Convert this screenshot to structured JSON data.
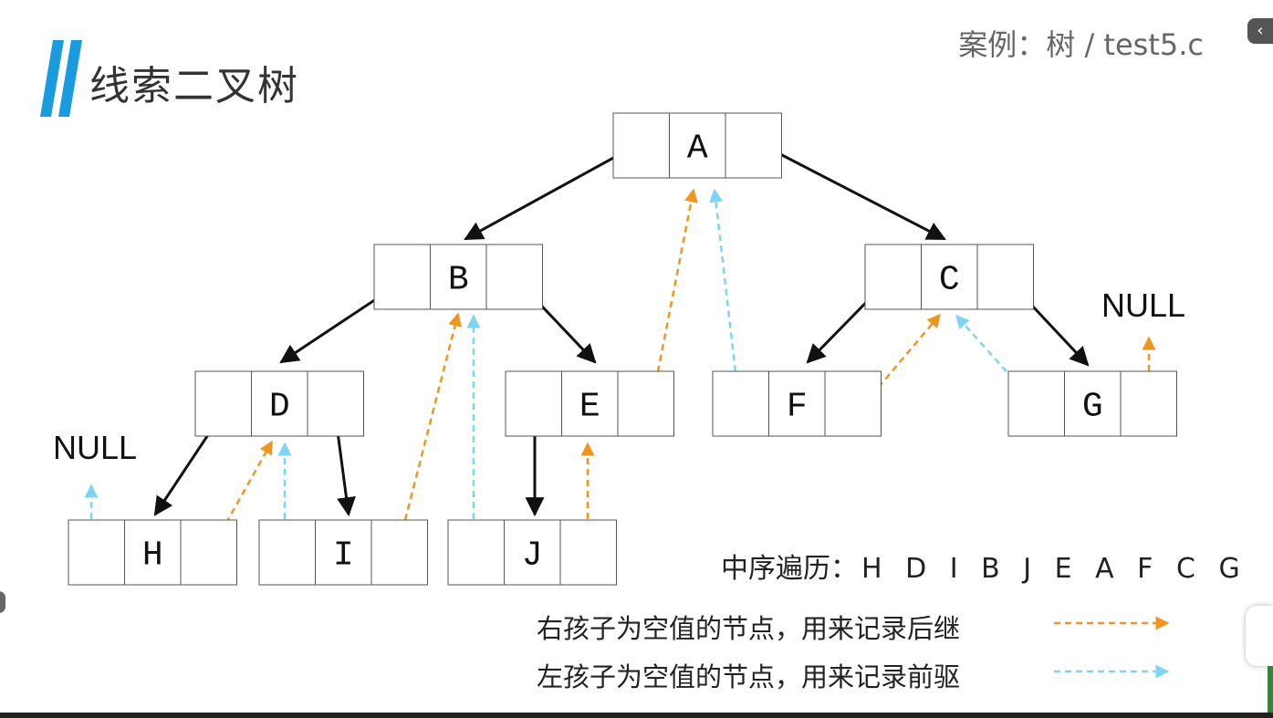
{
  "header": {
    "title": "线索二叉树",
    "case_label": "案例：树 / test5.c"
  },
  "tree": {
    "nodes": [
      {
        "id": "A",
        "label": "A"
      },
      {
        "id": "B",
        "label": "B"
      },
      {
        "id": "C",
        "label": "C"
      },
      {
        "id": "D",
        "label": "D"
      },
      {
        "id": "E",
        "label": "E"
      },
      {
        "id": "F",
        "label": "F"
      },
      {
        "id": "G",
        "label": "G"
      },
      {
        "id": "H",
        "label": "H"
      },
      {
        "id": "I",
        "label": "I"
      },
      {
        "id": "J",
        "label": "J"
      }
    ],
    "child_links": [
      {
        "from": "A",
        "to": "B"
      },
      {
        "from": "A",
        "to": "C"
      },
      {
        "from": "B",
        "to": "D"
      },
      {
        "from": "B",
        "to": "E"
      },
      {
        "from": "C",
        "to": "F"
      },
      {
        "from": "C",
        "to": "G"
      },
      {
        "from": "D",
        "to": "H"
      },
      {
        "from": "D",
        "to": "I"
      },
      {
        "from": "E",
        "to": "J"
      }
    ],
    "successor_threads": [
      {
        "from": "H",
        "to": "D"
      },
      {
        "from": "I",
        "to": "B"
      },
      {
        "from": "J",
        "to": "E"
      },
      {
        "from": "E",
        "to": "A"
      },
      {
        "from": "F",
        "to": "C"
      },
      {
        "from": "G",
        "to": "NULL"
      }
    ],
    "predecessor_threads": [
      {
        "from": "H",
        "to": "NULL"
      },
      {
        "from": "I",
        "to": "D"
      },
      {
        "from": "J",
        "to": "B"
      },
      {
        "from": "F",
        "to": "A"
      },
      {
        "from": "G",
        "to": "C"
      }
    ],
    "null_label": "NULL"
  },
  "inorder": {
    "label": "中序遍历：",
    "sequence": "HDIBJEAFCG"
  },
  "legend": {
    "successor_text": "右孩子为空值的节点，用来记录后继",
    "predecessor_text": "左孩子为空值的节点，用来记录前驱",
    "successor_color": "#f0961e",
    "predecessor_color": "#7fd4f5"
  },
  "colors": {
    "brand_accent": "#1a9be0",
    "child_link": "#111111",
    "node_border": "#555555"
  }
}
